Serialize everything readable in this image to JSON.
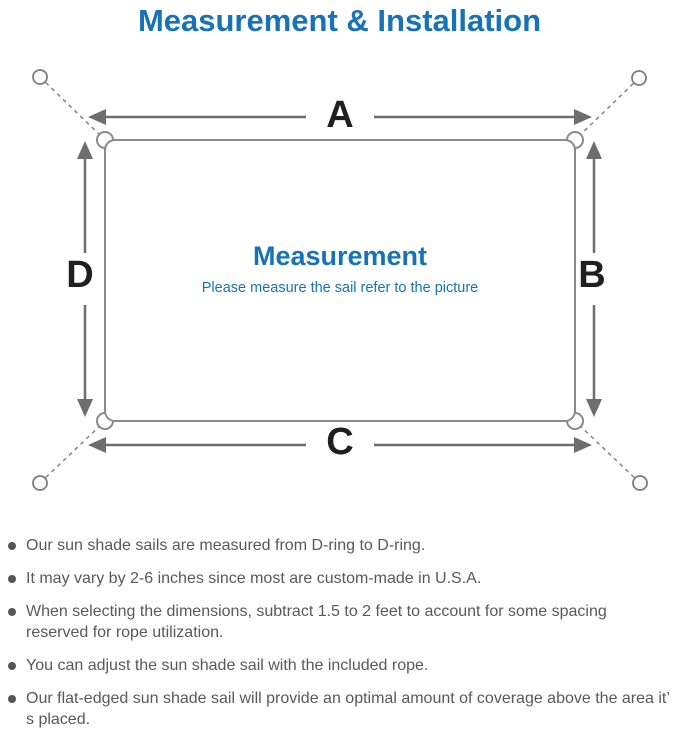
{
  "title": "Measurement & Installation",
  "diagram": {
    "dimension_labels": {
      "top": "A",
      "right": "B",
      "bottom": "C",
      "left": "D"
    },
    "center": {
      "heading": "Measurement",
      "caption": "Please measure the sail refer to the picture"
    },
    "colors": {
      "accent_blue": "#1673b8",
      "line_gray": "#8a8a8a",
      "arrow_gray": "#6e6e6e",
      "label_black": "#1f1f1f",
      "note_gray": "#595959"
    }
  },
  "notes": [
    "Our sun shade sails are measured from D-ring to D-ring.",
    "It may vary by 2-6 inches since most are custom-made in U.S.A.",
    "When selecting the dimensions, subtract 1.5 to 2 feet to account for some spacing reserved for rope utilization.",
    "You can adjust the sun shade sail with the included rope.",
    "Our flat-edged sun shade sail will provide an optimal amount of coverage above the area it’ s placed."
  ]
}
